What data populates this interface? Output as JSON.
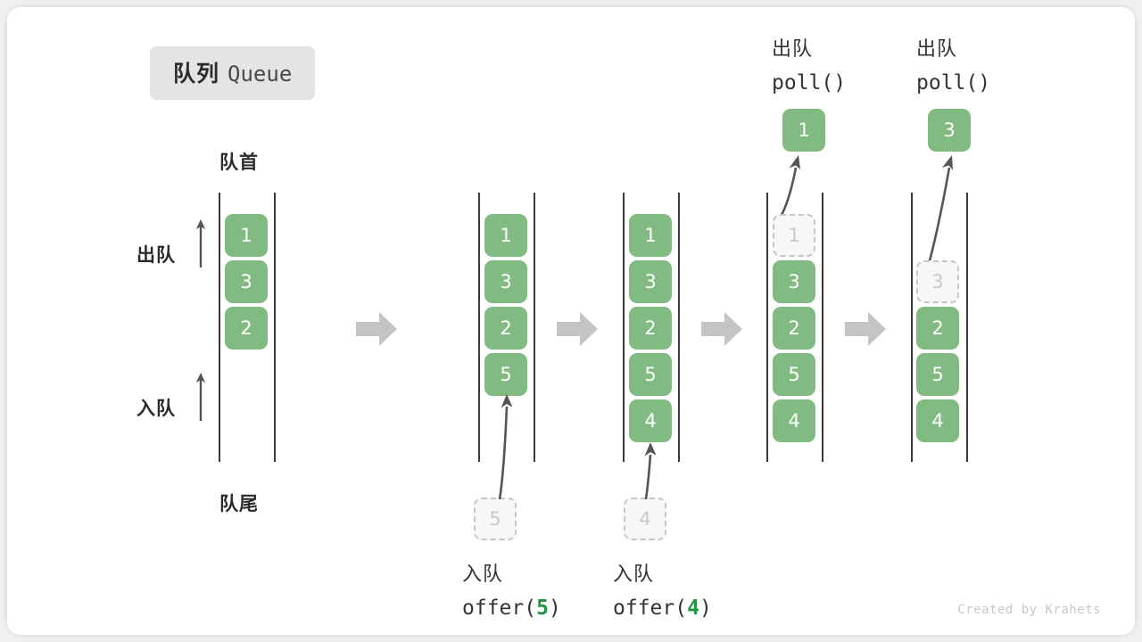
{
  "title": {
    "cn": "队列",
    "en": "Queue"
  },
  "labels": {
    "front": "队首",
    "rear": "队尾",
    "dequeue_side": "出队",
    "enqueue_side": "入队"
  },
  "credit": "Created by Krahets",
  "colors": {
    "element": "#82bb82",
    "ghost_fill": "#f7f7f7",
    "ghost_border": "#c6c6c6",
    "rail": "#3a3a3a",
    "step_arrow": "#c4c4c4",
    "motion_arrow": "#555555",
    "accent_number": "#20973f",
    "badge_bg": "#e4e4e4",
    "card_bg": "#ffffff",
    "page_bg": "#f0f0f0"
  },
  "columns": [
    {
      "id": "initial",
      "cells": [
        "1",
        "3",
        "2"
      ],
      "ghost_index": null,
      "header": null,
      "popped": null,
      "footer": null
    },
    {
      "id": "after-offer-5",
      "cells": [
        "1",
        "3",
        "2",
        "5"
      ],
      "ghost_index": null,
      "header": null,
      "popped": null,
      "incoming": {
        "value": "5"
      },
      "footer": {
        "cn": "入队",
        "code_prefix": "offer(",
        "code_num": "5",
        "code_suffix": ")"
      }
    },
    {
      "id": "after-offer-4",
      "cells": [
        "1",
        "3",
        "2",
        "5",
        "4"
      ],
      "ghost_index": null,
      "header": null,
      "popped": null,
      "incoming": {
        "value": "4"
      },
      "footer": {
        "cn": "入队",
        "code_prefix": "offer(",
        "code_num": "4",
        "code_suffix": ")"
      }
    },
    {
      "id": "poll-1",
      "cells": [
        "1",
        "3",
        "2",
        "5",
        "4"
      ],
      "ghost_index": 0,
      "header": {
        "cn": "出队",
        "code": "poll()"
      },
      "popped": {
        "value": "1"
      },
      "footer": null
    },
    {
      "id": "poll-3",
      "cells": [
        "3",
        "2",
        "5",
        "4"
      ],
      "ghost_index": 0,
      "header": {
        "cn": "出队",
        "code": "poll()"
      },
      "popped": {
        "value": "3"
      },
      "footer": null
    }
  ],
  "step_arrows": [
    {
      "name": "step-arrow-1"
    },
    {
      "name": "step-arrow-2"
    },
    {
      "name": "step-arrow-3"
    },
    {
      "name": "step-arrow-4"
    }
  ]
}
